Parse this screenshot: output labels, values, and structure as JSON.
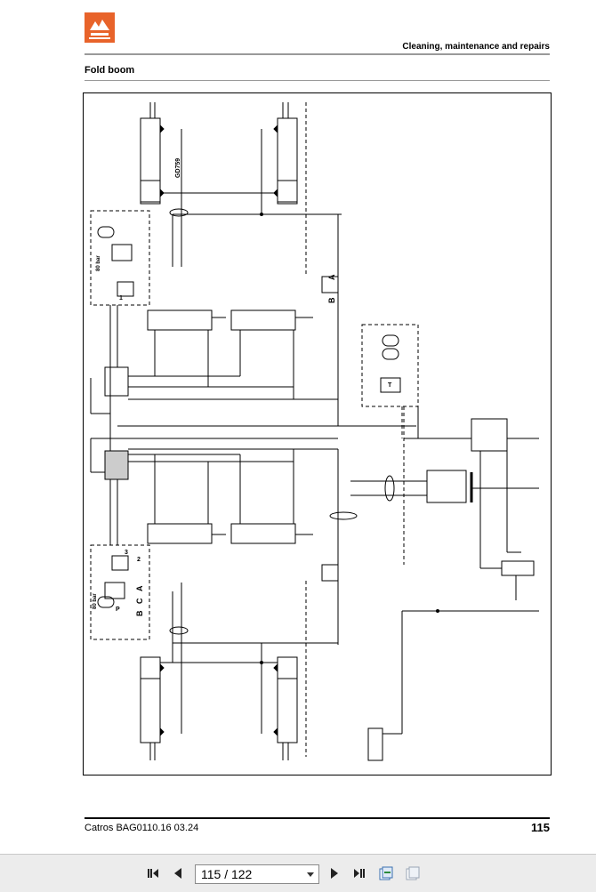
{
  "header": {
    "section": "Cleaning, maintenance and repairs",
    "brand_icon": "amazone-logo"
  },
  "page_title": "Fold boom",
  "diagram": {
    "labels": {
      "code": "GD759",
      "pressure_top": "80 bar",
      "pressure_bottom": "80 bar",
      "port_b_top": "B",
      "port_a_top": "A",
      "port_b_bottom": "B",
      "port_a_bottom": "A",
      "port_c_bottom": "C",
      "num_1": "1",
      "num_2": "2",
      "num_3": "3",
      "port_p": "P",
      "port_t": "T"
    }
  },
  "footer": {
    "doc": "Catros  BAG0110.16  03.24",
    "page_number": "115"
  },
  "viewer": {
    "page_display": "115 / 122",
    "icons": [
      "first-page-icon",
      "prev-page-icon",
      "next-page-icon",
      "last-page-icon",
      "fit-page-icon",
      "fit-width-icon"
    ]
  }
}
